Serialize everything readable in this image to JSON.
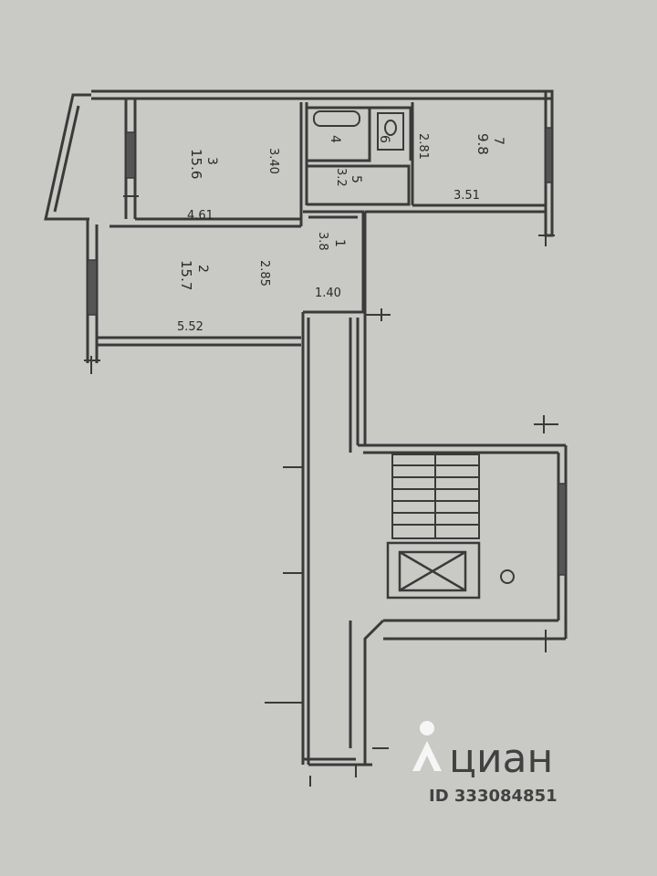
{
  "rooms": [
    {
      "number": "3",
      "area": "15.6",
      "dim_a": "3.40",
      "dim_b": "4.61"
    },
    {
      "number": "2",
      "area": "15.7",
      "dim_a": "2.85",
      "dim_b": "5.52"
    },
    {
      "number": "7",
      "area": "9.8",
      "dim_a": "2.81",
      "dim_b": "3.51"
    },
    {
      "number": "5",
      "area": "3.2"
    },
    {
      "number": "4"
    },
    {
      "number": "6"
    },
    {
      "number": "1",
      "area": "3.8",
      "dim_a": "1.40"
    }
  ],
  "watermark": {
    "brand": "циан",
    "id": "ID 333084851"
  },
  "colors": {
    "background": "#c9c9c6",
    "walls": "#3a3a3a",
    "watermark": "#ffffff"
  }
}
